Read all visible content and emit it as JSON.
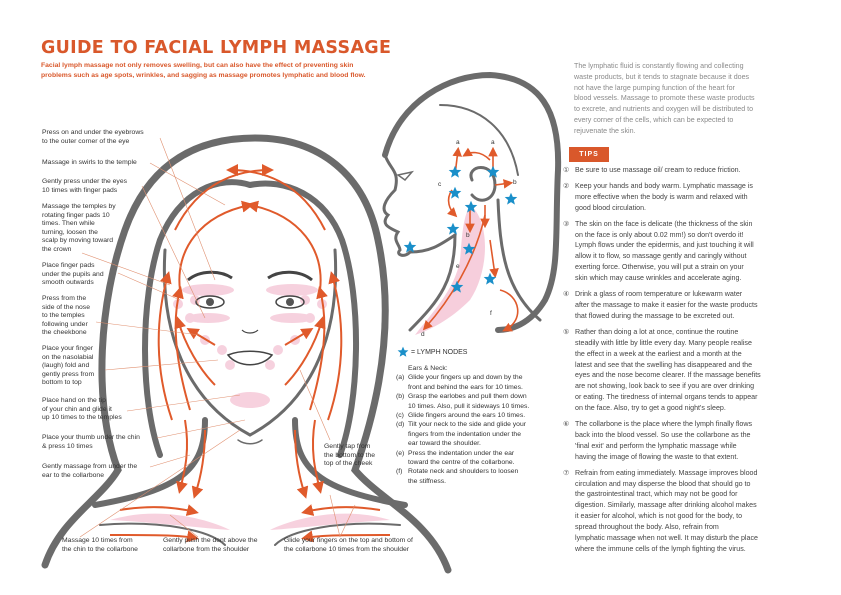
{
  "header": {
    "title": "GUIDE TO FACIAL LYMPH MASSAGE",
    "subtitle": "Facial lymph massage not only removes swelling, but can also have the effect of preventing skin\nproblems such as age spots, wrinkles, and sagging as massage promotes lymphatic and blood flow."
  },
  "front_labels": {
    "eyebrows": "Press on and under the eyebrows\nto the outer corner of the eye",
    "swirls": "Massage in swirls to the temple",
    "under_eyes": "Gently press under the eyes\n10 times with finger pads",
    "temples": "Massage the temples by\nrotating finger pads 10\ntimes. Then while\nturning, loosen the\nscalp by moving toward\nthe crown",
    "pupils": "Place finger pads\nunder the pupils and\nsmooth outwards",
    "nose": "Press from the\nside of the nose\nto the temples\nfollowing under\nthe cheekbone",
    "nasolabial": "Place your finger\non the nasolabial\n(laugh) fold and\ngently press from\nbottom to top",
    "chin_tip": "Place hand on the tip\nof your chin and glide it\nup 10 times to the temples",
    "thumb": "Place your thumb under the chin\n& press 10 times",
    "ear_collarbone": "Gently massage from under the\near to the collarbone",
    "chin_collarbone": "Massage 10 times from\nthe chin to the collarbone",
    "dent": "Gently push the dent above the\ncollarbone from the shoulder",
    "glide_collarbone": "Glide your fingers on the top and bottom of\nthe collarbone 10 times from the shoulder",
    "tap_cheek": "Gently tap from\nthe bottom to the\ntop of the cheek"
  },
  "side": {
    "markers": [
      "a",
      "a",
      "b",
      "c",
      "b",
      "e",
      "d",
      "f"
    ],
    "legend": "= LYMPH NODES",
    "legend_icon": "star-icon",
    "star_color": "#1a8fc9"
  },
  "ears_neck": {
    "heading": "Ears & Neck:",
    "items": [
      {
        "key": "(a)",
        "text": "Glide your fingers up and down by the\nfront and behind the ears for 10 times."
      },
      {
        "key": "(b)",
        "text": "Grasp the earlobes and pull them down\n10 times. Also, pull it sideways 10 times."
      },
      {
        "key": "(c)",
        "text": "Glide fingers around the ears 10 times."
      },
      {
        "key": "(d)",
        "text": "Tilt your neck to the side and glide your\nfingers from the indentation under the\near toward the shoulder."
      },
      {
        "key": "(e)",
        "text": "Press the indentation under the ear\ntoward the centre of the collarbone."
      },
      {
        "key": "(f)",
        "text": "Rotate neck and shoulders to loosen\nthe stiffness."
      }
    ]
  },
  "intro": "The lymphatic fluid is constantly flowing and collecting\nwaste products, but it tends to stagnate because it does\nnot have the large pumping function of the heart for\nblood vessels. Massage to promote these waste products\nto excrete, and nutrients and oxygen will be distributed to\nevery corner of the cells, which can be expected to\nrejuvenate the skin.",
  "tips": {
    "label": "TIPS",
    "items": [
      {
        "num": "①",
        "text": "Be sure to use massage oil/ cream to reduce friction."
      },
      {
        "num": "②",
        "text": "Keep your hands and body warm. Lymphatic massage is\nmore effective when the body is warm and relaxed with\ngood blood circulation."
      },
      {
        "num": "③",
        "text": "The skin on the face is delicate (the thickness of the skin\non the face is only about 0.02 mm!) so don't overdo it!\nLymph flows under the epidermis, and just touching it will\nallow it to flow, so massage gently and caringly without\nexerting force. Otherwise, you will put a strain on your\nskin which may cause wrinkles and accelerate aging."
      },
      {
        "num": "④",
        "text": "Drink a glass of room temperature or lukewarm water\nafter the massage to make it easier for the waste products\nthat flowed during the massage to be excreted out."
      },
      {
        "num": "⑤",
        "text": "Rather than doing a lot at once, continue the routine\nsteadily with little by little every day. Many people realise\nthe effect in a week at the earliest and a month at the\nlatest and see that the swelling has disappeared and the\neyes and the nose become clearer. If the massage benefits\nare not showing, look back to see if you are over drinking\nor eating. The tiredness of internal organs tends to appear\non the face. Also, try to get a good night's sleep."
      },
      {
        "num": "⑥",
        "text": "The collarbone is the place where the lymph finally flows\nback into the blood vessel. So use the collarbone as the\n'final exit' and perform the lymphatic massage while\nhaving the image of flowing the waste to that extent."
      },
      {
        "num": "⑦",
        "text": "Refrain from eating immediately. Massage improves blood\ncirculation and may disperse the blood that should go to\nthe gastrointestinal tract, which may not be good for\ndigestion. Similarly, massage after drinking alcohol makes\nit easier for alcohol, which is not good for the body, to\nspread throughout the body. Also, refrain from\nlymphatic massage when not well. It may disturb the place\nwhere the immune cells of the lymph fighting the virus."
      }
    ]
  },
  "colors": {
    "accent": "#d9582b",
    "arrow": "#e05a2b",
    "outline": "#6b6b6b",
    "pink": "#f5c6d6",
    "star": "#1a8fc9"
  }
}
